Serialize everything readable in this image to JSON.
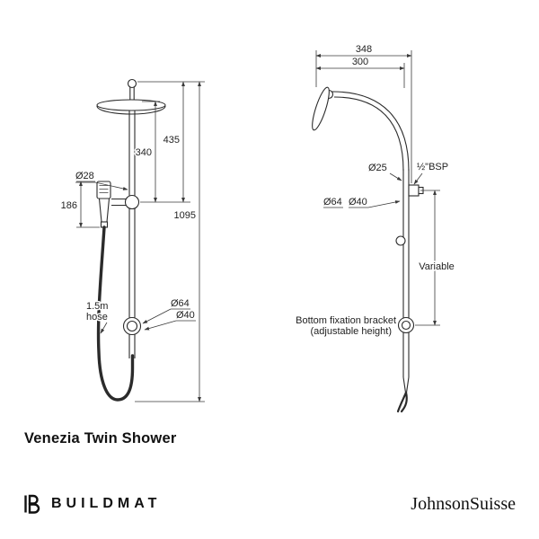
{
  "title": "Venezia Twin Shower",
  "front_view": {
    "labels": {
      "rail_diameter": "Ø28",
      "hand_shower_length": "186",
      "head_to_holder": "340",
      "top_to_holder": "435",
      "overall_height": "1095",
      "hose_line1": "1.5m",
      "hose_line2": "hose",
      "bracket_outer_diameter": "Ø64",
      "bracket_inner_diameter": "Ø40"
    }
  },
  "side_view": {
    "labels": {
      "overall_reach": "348",
      "head_reach": "300",
      "arm_diameter": "Ø25",
      "thread_size": "½\"BSP",
      "flange_outer_diameter": "Ø64",
      "flange_inner_diameter": "Ø40",
      "variable_height": "Variable",
      "bracket_note_line1": "Bottom fixation bracket",
      "bracket_note_line2": "(adjustable height)"
    }
  },
  "footer": {
    "brand_left": "BUILDMAT",
    "brand_right": "JohnsonSuisse"
  },
  "colors": {
    "background": "#ffffff",
    "line": "#2b2b2b",
    "dimension": "#3a3a3a",
    "text": "#1f1f1f"
  }
}
